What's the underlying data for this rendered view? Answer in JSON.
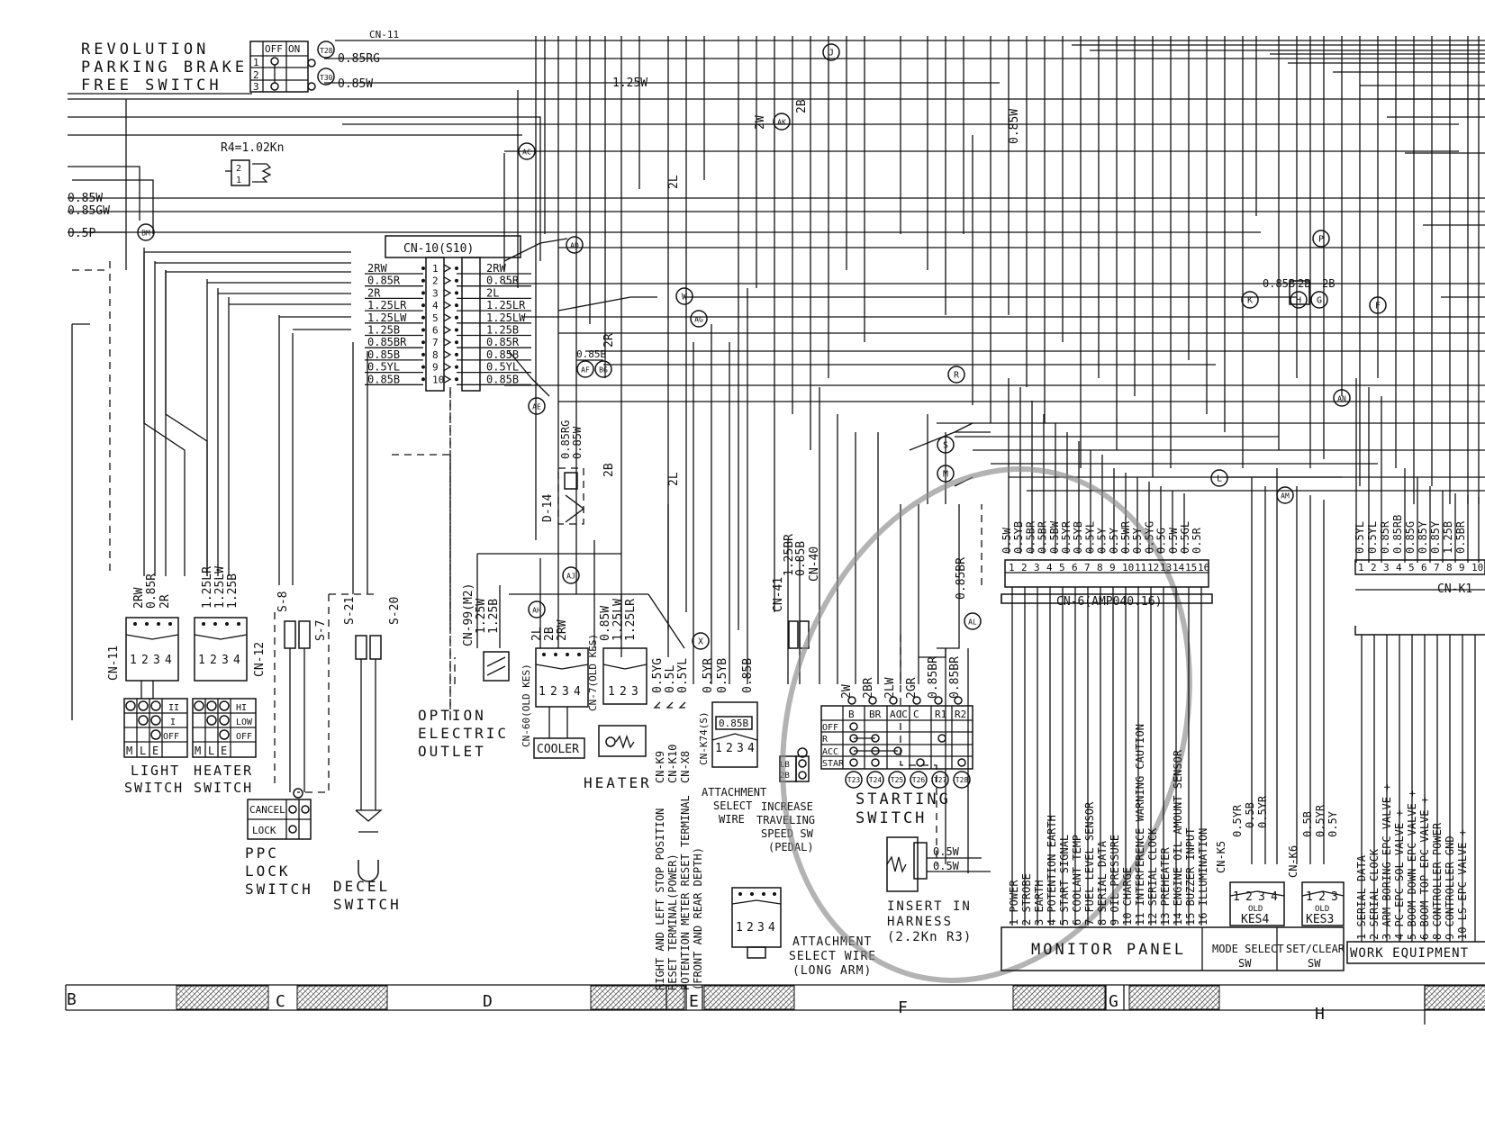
{
  "top_cut": "CN-11",
  "revolution": {
    "line1": "REVOLUTION",
    "line2": "PARKING BRAKE",
    "line3": "FREE SWITCH",
    "off": "OFF",
    "on": "ON",
    "rows": [
      "1",
      "2",
      "3"
    ],
    "term1": "T28",
    "term2": "T30",
    "wire1": "0.85RG",
    "wire2": "0.85W"
  },
  "wire_125w": "1.25W",
  "r4": {
    "label": "R4=1.02Kn",
    "pins": [
      "2",
      "1"
    ]
  },
  "left_wires": [
    "0.85W",
    "0.85GW",
    "0.5P"
  ],
  "badges": [
    "BM",
    "AC",
    "J",
    "AK",
    "AD",
    "W",
    "AG",
    "AF",
    "BG",
    "AE",
    "AJ",
    "AH",
    "X",
    "R",
    "S",
    "M",
    "AL",
    "L",
    "AM",
    "AN",
    "P",
    "K",
    "H",
    "G",
    "F"
  ],
  "cn10": {
    "title": "CN-10(S10)",
    "left": [
      "2RW",
      "0.85R",
      "2R",
      "1.25LR",
      "1.25LW",
      "1.25B",
      "0.85BR",
      "0.85B",
      "0.5YL",
      "0.85B"
    ],
    "right": [
      "2RW",
      "0.85R",
      "2L",
      "1.25LR",
      "1.25LW",
      "1.25B",
      "0.85R",
      "0.85B",
      "0.5YL",
      "0.85B"
    ],
    "pins": [
      "1",
      "2",
      "3",
      "4",
      "5",
      "6",
      "7",
      "8",
      "9",
      "10"
    ]
  },
  "vertical_wires": {
    "w2w": "2W",
    "w2b": "2B",
    "w085w": "0.85W",
    "w2l": "2L",
    "w2b_mid": "2B",
    "w2l_low": "2L",
    "w2r": "2R",
    "w085b": "0.85B"
  },
  "d14": {
    "label": "D-14",
    "w1": "0.85RG",
    "w2": "0.85W"
  },
  "cn11": {
    "label": "CN-11",
    "wires": [
      "2RW",
      "0.85R",
      "2R"
    ],
    "pins": [
      "1",
      "2",
      "3",
      "4"
    ]
  },
  "light_switch": {
    "label1": "LIGHT",
    "label2": "SWITCH",
    "bottom": [
      "M",
      "L",
      "E"
    ],
    "right": [
      "II",
      "I",
      "OFF"
    ]
  },
  "heater_switch": {
    "label1": "HEATER",
    "label2": "SWITCH",
    "bottom": [
      "M",
      "L",
      "E"
    ],
    "right": [
      "HI",
      "LOW",
      "OFF"
    ]
  },
  "heater_wires": [
    "1.25LR",
    "1.25LW",
    "1.25B"
  ],
  "heater_pins": [
    "1",
    "2",
    "3",
    "4"
  ],
  "cn12": "CN-12",
  "s8": "S-8",
  "s7": "S-7",
  "s21": "S-21",
  "s20": "S-20",
  "ppc": {
    "cancel": "CANCEL",
    "lock": "LOCK",
    "label1": "PPC",
    "label2": "LOCK",
    "label3": "SWITCH"
  },
  "decel": {
    "label1": "DECEL",
    "label2": "SWITCH"
  },
  "cn99": {
    "label": "CN-99(M2)",
    "wires": [
      "1.25W",
      "1.25B"
    ]
  },
  "cn60": {
    "label": "CN-60(OLD KES)",
    "wires": [
      "2L",
      "2B",
      "2RW"
    ],
    "pins": [
      "1",
      "2",
      "3",
      "4"
    ],
    "device": "COOLER"
  },
  "cn7": {
    "label": "CN-7(OLD KES)",
    "wires": [
      "0.85W",
      "1.25LW",
      "1.25LR"
    ],
    "pins": [
      "1",
      "2",
      "3"
    ],
    "device": "HEATER"
  },
  "option": {
    "l1": "OPTION",
    "l2": "ELECTRIC",
    "l3": "OUTLET"
  },
  "small_wires": [
    "0.5YG",
    "0.5L",
    "0.5YL"
  ],
  "cn_k9": "CN-K9",
  "cn_k10": "CN-K10",
  "cn_x8": "CN-X8",
  "rotated_note": [
    "RIGHT AND LEFT STOP POSITION",
    "RESET TERMINAL(POWER)",
    "POTENTION METER RESET TERMINAL",
    "(FRONT AND REAR DEPTH)"
  ],
  "attach": {
    "wires": [
      "0.5YR",
      "0.5YB",
      "0.85B"
    ],
    "box": "0.85B",
    "pins": [
      "1",
      "2",
      "3",
      "4"
    ],
    "l1": "ATTACHMENT",
    "l2": "SELECT",
    "l3": "WIRE",
    "cn": "CN-K74(S)"
  },
  "increase": {
    "cn41": "CN-41",
    "cn40": "CN-40",
    "wires": [
      "1.25BR",
      "0.85B"
    ],
    "pins": [
      "LB",
      "2B"
    ],
    "l1": "INCREASE",
    "l2": "TRAVELING",
    "l3": "SPEED SW",
    "l4": "(PEDAL)"
  },
  "attach_long": {
    "pins": [
      "1",
      "2",
      "3",
      "4"
    ],
    "l1": "ATTACHMENT",
    "l2": "SELECT WIRE",
    "l3": "(LONG ARM)"
  },
  "starting": {
    "wires": [
      "2W",
      "2BR",
      "2LW",
      "2GR",
      "0.85BR",
      "0.85BR"
    ],
    "cols": [
      "B",
      "BR",
      "ACC",
      "C",
      "R1",
      "R2"
    ],
    "rows": [
      "OFF",
      "R",
      "ACC",
      "STAR"
    ],
    "terms": [
      "T23",
      "T24",
      "T25",
      "T26",
      "T27",
      "T28"
    ],
    "l1": "STARTING",
    "l2": "SWITCH"
  },
  "wire_085br": "0.85BR",
  "insert": {
    "w1": "0.5W",
    "w2": "0.5W",
    "l1": "INSERT IN",
    "l2": "HARNESS",
    "l3": "(2.2Kn R3)"
  },
  "cn6": {
    "label": "CN-6(AMP040.16)",
    "wires": [
      "0.5W",
      "0.5YB",
      "0.5BR",
      "0.5BR",
      "0.5BW",
      "0.5YR",
      "0.5YB",
      "0.5YL",
      "0.5Y",
      "0.5Y",
      "0.5WR",
      "0.5Y",
      "0.5YG",
      "0.5G",
      "0.5W",
      "0.5GL",
      "0.5R"
    ],
    "pins": [
      "1",
      "2",
      "3",
      "4",
      "5",
      "6",
      "7",
      "8",
      "9",
      "10",
      "11",
      "12",
      "13",
      "14",
      "15",
      "16"
    ],
    "funcs": [
      "1 POWER",
      "2 STROBE",
      "3 EARTH",
      "4 POTENTION EARTH",
      "5 START SIGNAL",
      "6 COOLANT TEMP",
      "7 FUEL LEVEL SENSOR",
      "8 SERIAL DATA",
      "9 OIL PRESSURE",
      "10 CHARGE",
      "11 INTERFERENCE WARNING CAUTION",
      "12 SERIAL CLOCK",
      "13 PREHEATER",
      "14 ENGINE OIL AMOUNT SENSOR",
      "15 BUZZER INPUT",
      "16 ILLUMINATION"
    ]
  },
  "kes4": {
    "cn": "CN-K5",
    "wires": [
      "0.5YR",
      "0.5B",
      "0.5YR"
    ],
    "pins": [
      "1",
      "2",
      "3",
      "4"
    ],
    "old": "OLD",
    "label": "KES4"
  },
  "kes3": {
    "cn": "CN-K6",
    "wires": [
      "0.5B",
      "0.5YR",
      "0.5Y"
    ],
    "pins": [
      "1",
      "2",
      "3"
    ],
    "old": "OLD",
    "label": "KES3"
  },
  "monitor": "MONITOR PANEL",
  "mode": {
    "l1": "MODE SELECT",
    "l2": "SW"
  },
  "setclear": {
    "l1": "SET/CLEAR",
    "l2": "SW"
  },
  "workeq": "WORK EQUIPMENT",
  "ck1": {
    "label": "CN-K1",
    "wires": [
      "0.5YL",
      "0.5YL",
      "0.85R",
      "0.85RB",
      "0.85G",
      "0.85Y",
      "0.85Y",
      "1.25B",
      "0.5BR"
    ],
    "pins": [
      "1",
      "2",
      "3",
      "4",
      "5",
      "6",
      "7",
      "8",
      "9",
      "10"
    ],
    "funcs": [
      "1 SERIAL DATA",
      "2 SERIAL CLOCK",
      "3 ARM BORING EPC VALVE +",
      "4 PC-EPC SOL VALVE +",
      "5 BOOM DOWN EPC VALVE +",
      "6 BOOM TOP EPC VALVE +",
      "8 CONTROLLER POWER",
      "9 CONTROLLER GND",
      "10 LS-EPC VALVE +"
    ]
  },
  "top_right_wires": [
    "0.85B",
    "2B",
    "2B"
  ],
  "zones": [
    "B",
    "C",
    "D",
    "E",
    "F",
    "G",
    "H"
  ]
}
